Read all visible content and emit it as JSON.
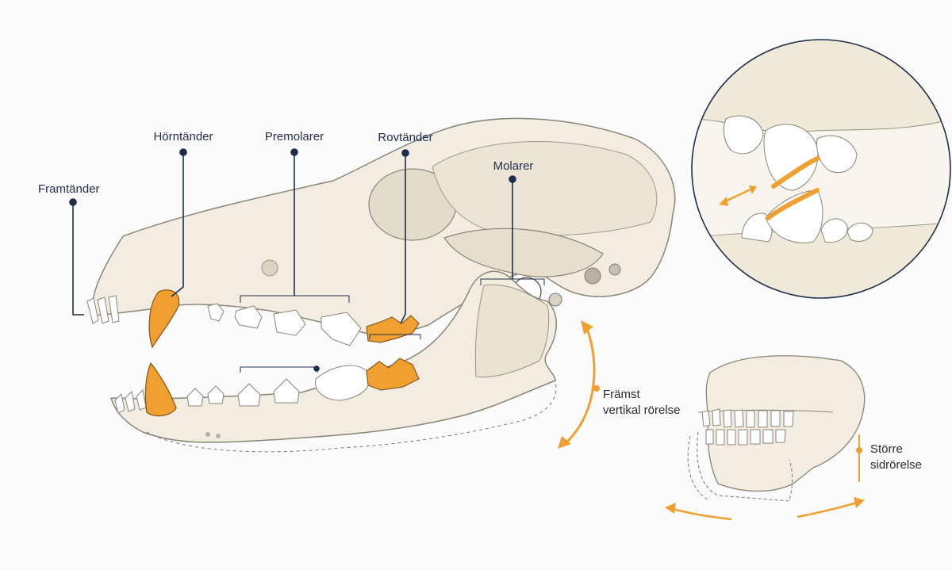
{
  "labels": {
    "incisors": "Framtänder",
    "canines": "Hörntänder",
    "premolars": "Premolarer",
    "carnassials": "Rovtänder",
    "molars": "Molarer"
  },
  "notes": {
    "dog_jaw_line1": "Främst",
    "dog_jaw_line2": "vertikal rörelse",
    "human_jaw_line1": "Större",
    "human_jaw_line2": "sidrörelse"
  },
  "colors": {
    "label_ink": "#1f2d4d",
    "accent_orange": "#f0a030",
    "bone": "#f2ede0",
    "bone_outline": "#8a8578"
  }
}
